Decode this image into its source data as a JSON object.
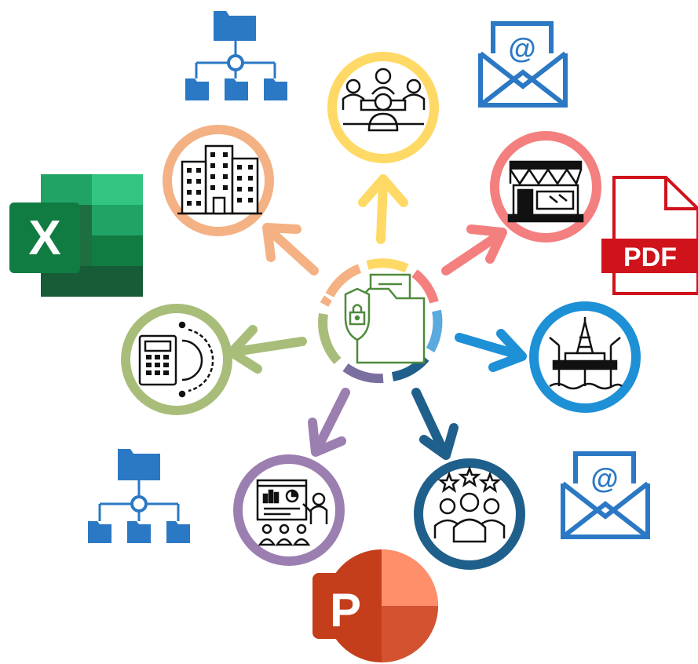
{
  "badges": {
    "excel_letter": "X",
    "pdf_label": "PDF",
    "powerpoint_letter": "P",
    "email_symbol": "@"
  },
  "hub": {
    "icon": "secure-folder-icon",
    "color": "#4f8a3c"
  },
  "nodes": [
    {
      "icon": "meeting-team-icon",
      "color": "#ffd966"
    },
    {
      "icon": "retail-store-icon",
      "color": "#f47f7f"
    },
    {
      "icon": "oil-rig-icon",
      "color": "#1e90d6"
    },
    {
      "icon": "rated-team-icon",
      "color": "#1f5f8b"
    },
    {
      "icon": "presentation-training-icon",
      "color": "#9c7fb1"
    },
    {
      "icon": "calculator-gear-icon",
      "color": "#a9bd7a"
    },
    {
      "icon": "office-building-icon",
      "color": "#f4b183"
    }
  ],
  "colors": {
    "excel_dark": "#1d6f42",
    "excel_light": "#33c481",
    "pdf_red": "#d0121b",
    "ppt_dark": "#c43e1c",
    "ppt_light": "#ff8f6b",
    "folder_blue": "#2b78c4"
  }
}
